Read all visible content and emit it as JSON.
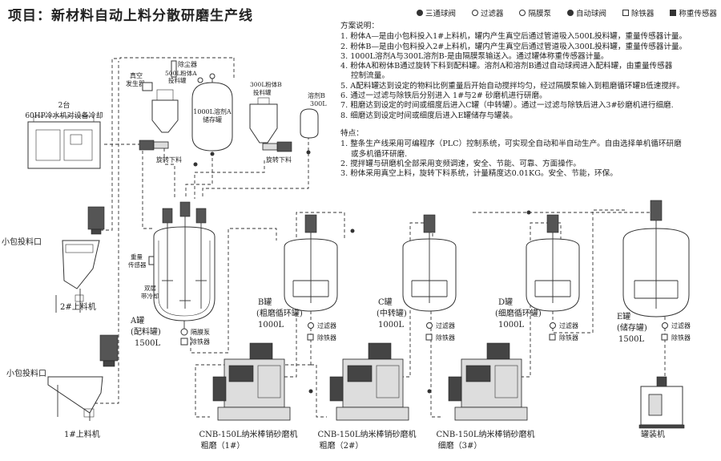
{
  "title": "项目：新材料自动上料分散研磨生产线",
  "legend": [
    {
      "icon": "three-way-valve-icon",
      "label": "三通球阀"
    },
    {
      "icon": "filter-icon",
      "label": "过滤器"
    },
    {
      "icon": "diaphragm-pump-icon",
      "label": "隔膜泵"
    },
    {
      "icon": "auto-ball-valve-icon",
      "label": "自动球阀"
    },
    {
      "icon": "iron-remover-icon",
      "label": "除铁器"
    },
    {
      "icon": "weight-sensor-icon",
      "label": "称重传感器"
    }
  ],
  "plan": {
    "heading": "方案说明：",
    "items": [
      "1. 粉体A—是由小包料投入1#上料机，罐内产生真空后通过管道吸入500L投料罐，重量传感器计量。",
      "2. 粉体B—是由小包料投入2#上料机，罐内产生真空后通过管道吸入300L投料罐，重量传感器计量。",
      "3. 1000L溶剂A与300L溶剂B-是由隔膜泵输送入。通过罐体称重传感器计量。",
      "4. 粉体A和粉体B通过旋转下料到配料罐。溶剂A和溶剂B通过自动球阀进入配料罐，由重量传感器",
      "控制流量。",
      "5. A配料罐达到设定的物料比例重量后开始自动搅拌均匀，经过隔膜泵输入到粗磨循环罐B低速搅拌。",
      "6. 通过一过滤与除铁后分别进入 1#与2# 砂磨机进行研磨。",
      "7. 粗磨达到设定的时间或细度后进入C罐（中转罐）。通过一过滤与除铁后进入3#砂磨机进行细磨.",
      "8. 细磨达到设定时间或细度后进入E罐储存与罐装。"
    ],
    "features_heading": "特点：",
    "features": [
      "1. 整条生产线采用可编程序（PLC）控制系统，可实现全自动和半自动生产。自由选择单机循环研磨",
      "或多机循环研磨.",
      "2. 搅拌罐与研磨机全部采用变频调速，安全、节能、可靠、方面操作。",
      "3. 粉体采用真空上料，旋转下料系统，计量精度达0.01KG。安全、节能，环保。"
    ]
  },
  "labels": {
    "chiller_qty": "2台",
    "chiller_name": "60HP冷水机对设备冷却",
    "loader2_port": "小包投料口",
    "loader2_name": "2#上料机",
    "loader1_port": "小包投料口",
    "loader1_name": "1#上料机",
    "vacuum_gen_1": "真空",
    "vacuum_gen_2": "发生器",
    "dust_collector": "除尘器",
    "feed500_1": "500L粉体A",
    "feed500_2": "投料罐",
    "rotary1": "旋转下料",
    "solventA_1": "1000L溶剂A",
    "solventA_2": "储存罐",
    "feed300_1": "300L粉体B",
    "feed300_2": "投料罐",
    "rotary2": "旋转下料",
    "solventB_1": "溶剂B",
    "solventB_2": "300L",
    "weight_sensor_1": "重量",
    "weight_sensor_2": "传感器",
    "double_layer_1": "双层",
    "double_layer_2": "带冷却",
    "tankA_1": "A罐",
    "tankA_2": "(配料罐)",
    "tankA_3": "1500L",
    "pump_label": "隔膜泵",
    "iron_A": "除铁器",
    "tankB_1": "B罐",
    "tankB_2": "(粗磨循环罐)",
    "tankB_3": "1000L",
    "filter_B": "过滤器",
    "iron_B": "除铁器",
    "tankC_1": "C罐",
    "tankC_2": "(中转罐)",
    "tankC_3": "1000L",
    "filter_C": "过滤器",
    "iron_C": "除铁器",
    "tankD_1": "D罐",
    "tankD_2": "(细磨循环罐)",
    "tankD_3": "1000L",
    "filter_D": "过滤器",
    "iron_D": "除铁器",
    "tankE_1": "E罐",
    "tankE_2": "(储存罐)",
    "tankE_3": "1500L",
    "filter_E": "过滤器",
    "iron_E": "除铁器",
    "mill1_1": "CNB-150L纳米棒销砂磨机",
    "mill1_2": "粗磨（1#）",
    "mill2_1": "CNB-150L纳米棒销砂磨机",
    "mill2_2": "粗磨（2#）",
    "mill3_1": "CNB-150L纳米棒销砂磨机",
    "mill3_2": "细磨（3#）",
    "filler": "罐装机"
  }
}
